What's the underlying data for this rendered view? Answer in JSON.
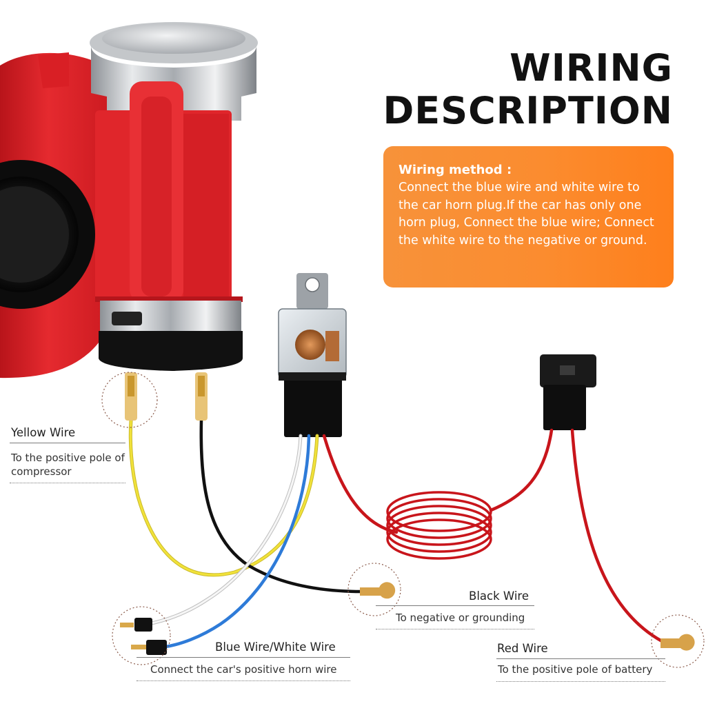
{
  "title": {
    "line1": "WIRING",
    "line2": "DESCRIPTION"
  },
  "wiring_method": {
    "heading": "Wiring method :",
    "body": "Connect the blue wire and white wire to the car horn plug.If the car has only one horn plug, Connect the blue wire; Connect the white wire to the negative or ground."
  },
  "labels": {
    "yellow": {
      "title": "Yellow Wire",
      "desc": "To the positive pole of compressor"
    },
    "black": {
      "title": "Black Wire",
      "desc": "To negative or grounding"
    },
    "blue_white": {
      "title": "Blue Wire/White Wire",
      "desc": "Connect the car's positive horn wire"
    },
    "red": {
      "title": "Red Wire",
      "desc": "To the positive pole of battery"
    }
  },
  "colors": {
    "horn_red": "#e3262b",
    "chrome": "#b9bcbf",
    "accent_orange": "#fb8a2c",
    "wire_yellow": "#f1e23a",
    "wire_black": "#111111",
    "wire_blue": "#2e7bd8",
    "wire_white": "#f3f3f3",
    "wire_red": "#c8151b"
  }
}
